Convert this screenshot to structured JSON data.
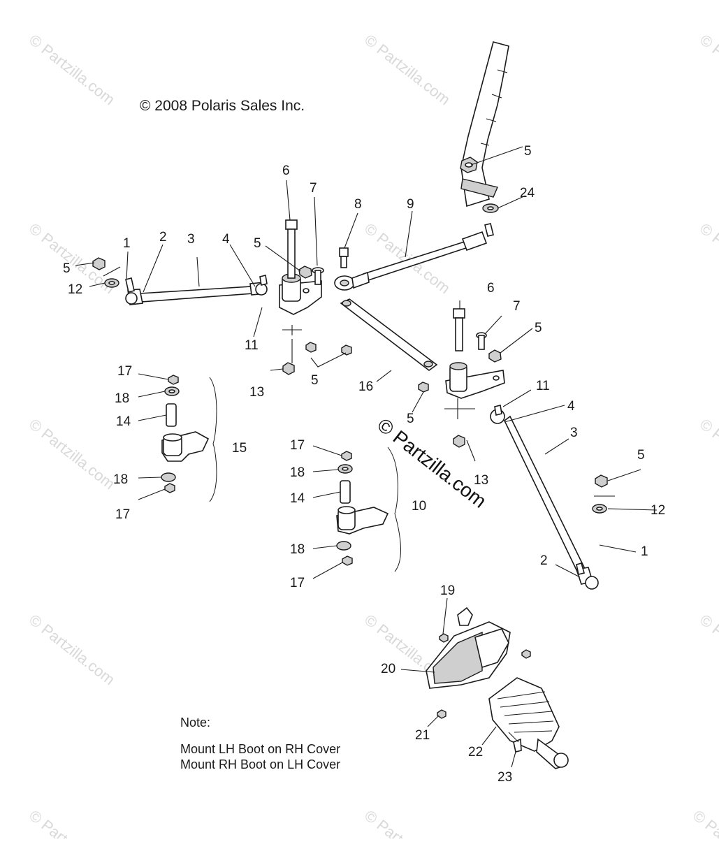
{
  "copyright": "© 2008 Polaris Sales Inc.",
  "watermark_center": "© Partzilla.com",
  "watermark_tile": "© Partzilla.com",
  "note": {
    "title": "Note:",
    "line1": "Mount LH Boot on RH Cover",
    "line2": "Mount RH Boot on LH Cover"
  },
  "callouts": [
    "1",
    "2",
    "3",
    "4",
    "5",
    "6",
    "7",
    "8",
    "9",
    "10",
    "11",
    "12",
    "13",
    "14",
    "15",
    "16",
    "17",
    "18",
    "19",
    "20",
    "21",
    "22",
    "23",
    "24"
  ]
}
